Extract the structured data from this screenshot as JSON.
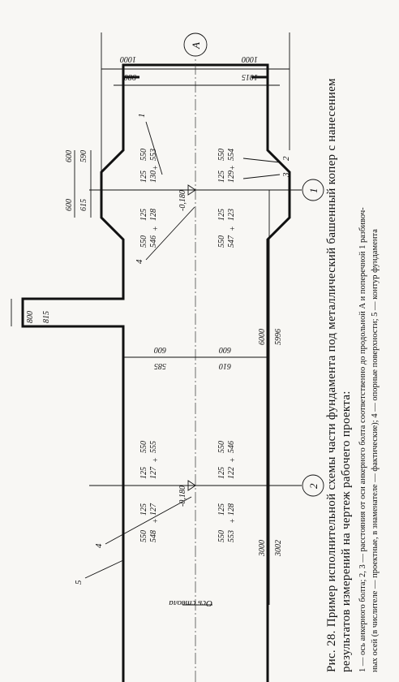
{
  "caption": {
    "title_line1": "Рис. 28. Пример исполнительной схемы части фундамента под металлический башенный копер с нанесением",
    "title_line2": "результатов измерений на чертеж рабочего проекта:",
    "legend_line1": "1 — ось анкерного болта; 2, 3 — расстояния от оси анкерного болта соответственно до продольной А и поперечной 1 разбивоч-",
    "legend_line2": "ных осей (в числителе — проектные, в знаменателе — фактические); 4 — опорные поверхности; 5 — контур фундамента"
  },
  "axes": {
    "longitudinal": "А",
    "transverse_1": "1",
    "transverse_2": "2",
    "shaft_axis": "Ось ствола"
  },
  "leaders": {
    "bolt_axis": "1",
    "dist_long": "2",
    "dist_trans": "3",
    "support_left": "4",
    "support_right": "4",
    "contour": "5"
  },
  "dims": {
    "left_top_design": "1000",
    "left_top_actual": "980",
    "left_bottom_design": "1000",
    "left_bottom_actual": "1015",
    "top_a_design": "600",
    "top_a_actual": "590",
    "top_b_design": "600",
    "top_b_actual": "615",
    "neck_top_actual": "585",
    "neck_top_design": "600",
    "neck_bottom_actual": "610",
    "neck_bottom_design": "600",
    "span_design": "6000",
    "span_actual": "5996",
    "right_top_design": "800",
    "right_top_actual": "815",
    "right_span_design": "3000",
    "right_span_actual": "3002"
  },
  "bolts": {
    "b1": {
      "d_design": "125",
      "d_actual": "128",
      "f_design": "550",
      "f_actual": "546"
    },
    "b2": {
      "d_design": "125",
      "d_actual": "130",
      "f_design": "550",
      "f_actual": "553"
    },
    "b3": {
      "d_design": "125",
      "d_actual": "123",
      "f_design": "550",
      "f_actual": "547"
    },
    "b4": {
      "d_design": "125",
      "d_actual": "129",
      "f_design": "550",
      "f_actual": "554"
    },
    "b5": {
      "d_design": "125",
      "d_actual": "127",
      "f_design": "550",
      "f_actual": "548"
    },
    "b6": {
      "d_design": "125",
      "d_actual": "127",
      "f_design": "550",
      "f_actual": "555"
    },
    "b7": {
      "d_design": "125",
      "d_actual": "128",
      "f_design": "550",
      "f_actual": "553"
    },
    "b8": {
      "d_design": "125",
      "d_actual": "122",
      "f_design": "550",
      "f_actual": "546"
    }
  },
  "elevations": {
    "left": "-0,180",
    "right": "-0,180"
  }
}
